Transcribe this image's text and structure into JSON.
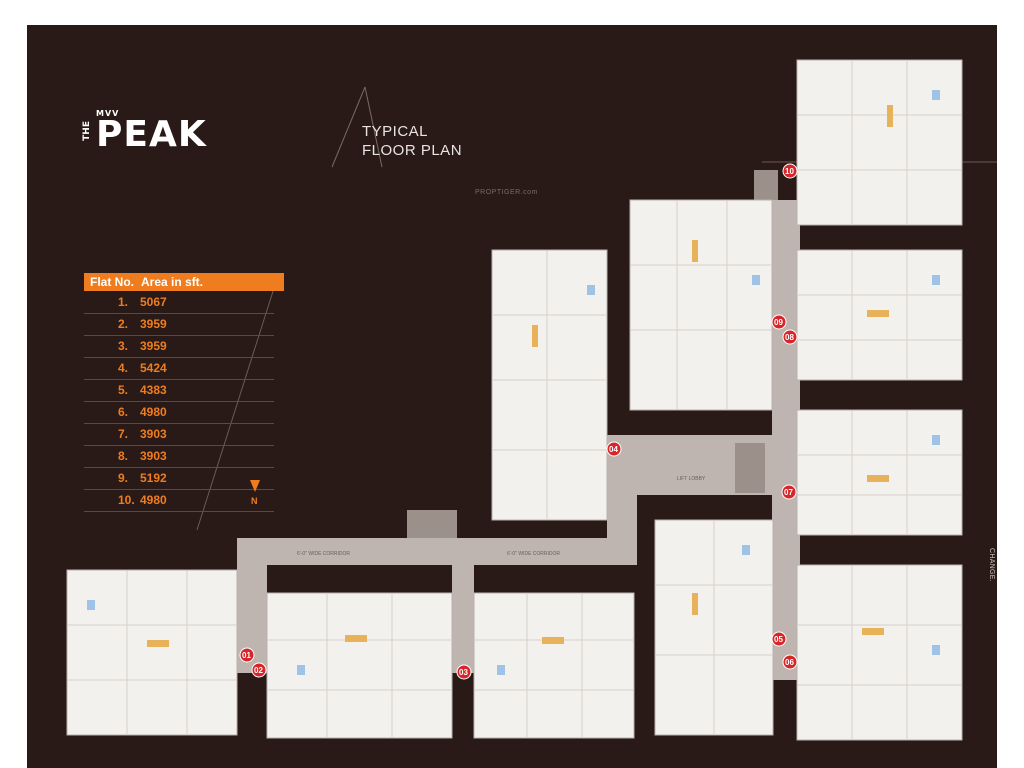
{
  "brand": {
    "mvv": "MVV",
    "the": "THE",
    "name": "PEAK"
  },
  "title": {
    "line1": "TYPICAL",
    "line2": "FLOOR PLAN"
  },
  "watermark": "PROPTIGER.com",
  "table": {
    "headers": [
      "Flat No.",
      "Area in sft."
    ],
    "rows": [
      {
        "no": "1.",
        "area": "5067"
      },
      {
        "no": "2.",
        "area": "3959"
      },
      {
        "no": "3.",
        "area": "3959"
      },
      {
        "no": "4.",
        "area": "5424"
      },
      {
        "no": "5.",
        "area": "4383"
      },
      {
        "no": "6.",
        "area": "4980"
      },
      {
        "no": "7.",
        "area": "3903"
      },
      {
        "no": "8.",
        "area": "3903"
      },
      {
        "no": "9.",
        "area": "5192"
      },
      {
        "no": "10.",
        "area": "4980"
      }
    ]
  },
  "north": "N",
  "note": "*NOTE: AS PER STRUCTURAL DESIGN ROOM SIZES WILL CHANGE.",
  "corridor_label": "6'-0\" WIDE CORRIDOR",
  "lift_lobby": "LIFT LOBBY",
  "flat_markers": [
    "01",
    "02",
    "03",
    "04",
    "05",
    "06",
    "07",
    "08",
    "09",
    "10"
  ],
  "colors": {
    "background": "#2a1a17",
    "accent": "#ef7d1f",
    "marker": "#d6262a",
    "corridor": "#bfb5b0",
    "unit": "#f3f1ee"
  }
}
